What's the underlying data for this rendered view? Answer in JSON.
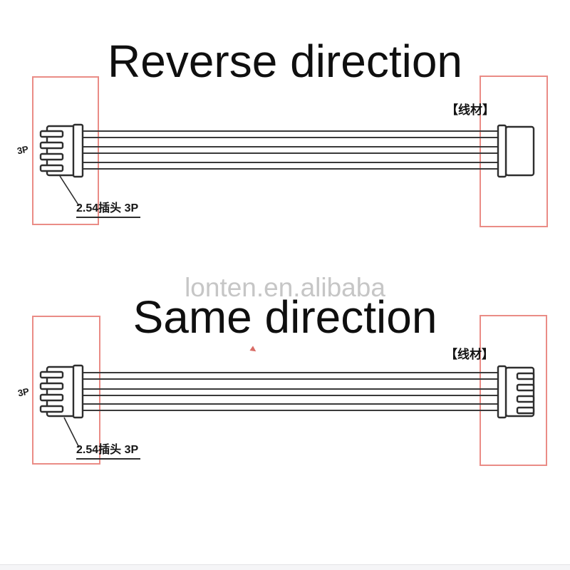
{
  "watermark": {
    "text": "lonten.en.alibaba",
    "color": "#c6c6c6"
  },
  "sections": [
    {
      "id": "reverse",
      "title": "Reverse direction",
      "pin_count_label": "3P",
      "plug_label": "2.54插头 3P",
      "cable_label": "【线材】"
    },
    {
      "id": "same",
      "title": "Same direction",
      "pin_count_label": "3P",
      "plug_label": "2.54插头 3P",
      "cable_label": "【线材】"
    }
  ],
  "colors": {
    "highlight_box": "#ea8c86",
    "line_art": "#2e2e2e",
    "wire_line": "#3a3a3a",
    "title_text": "#0f0f0f",
    "watermark_text": "#c6c6c6",
    "pointer_mark": "#cc3b33",
    "footer_bar": "#f5f5f7"
  }
}
